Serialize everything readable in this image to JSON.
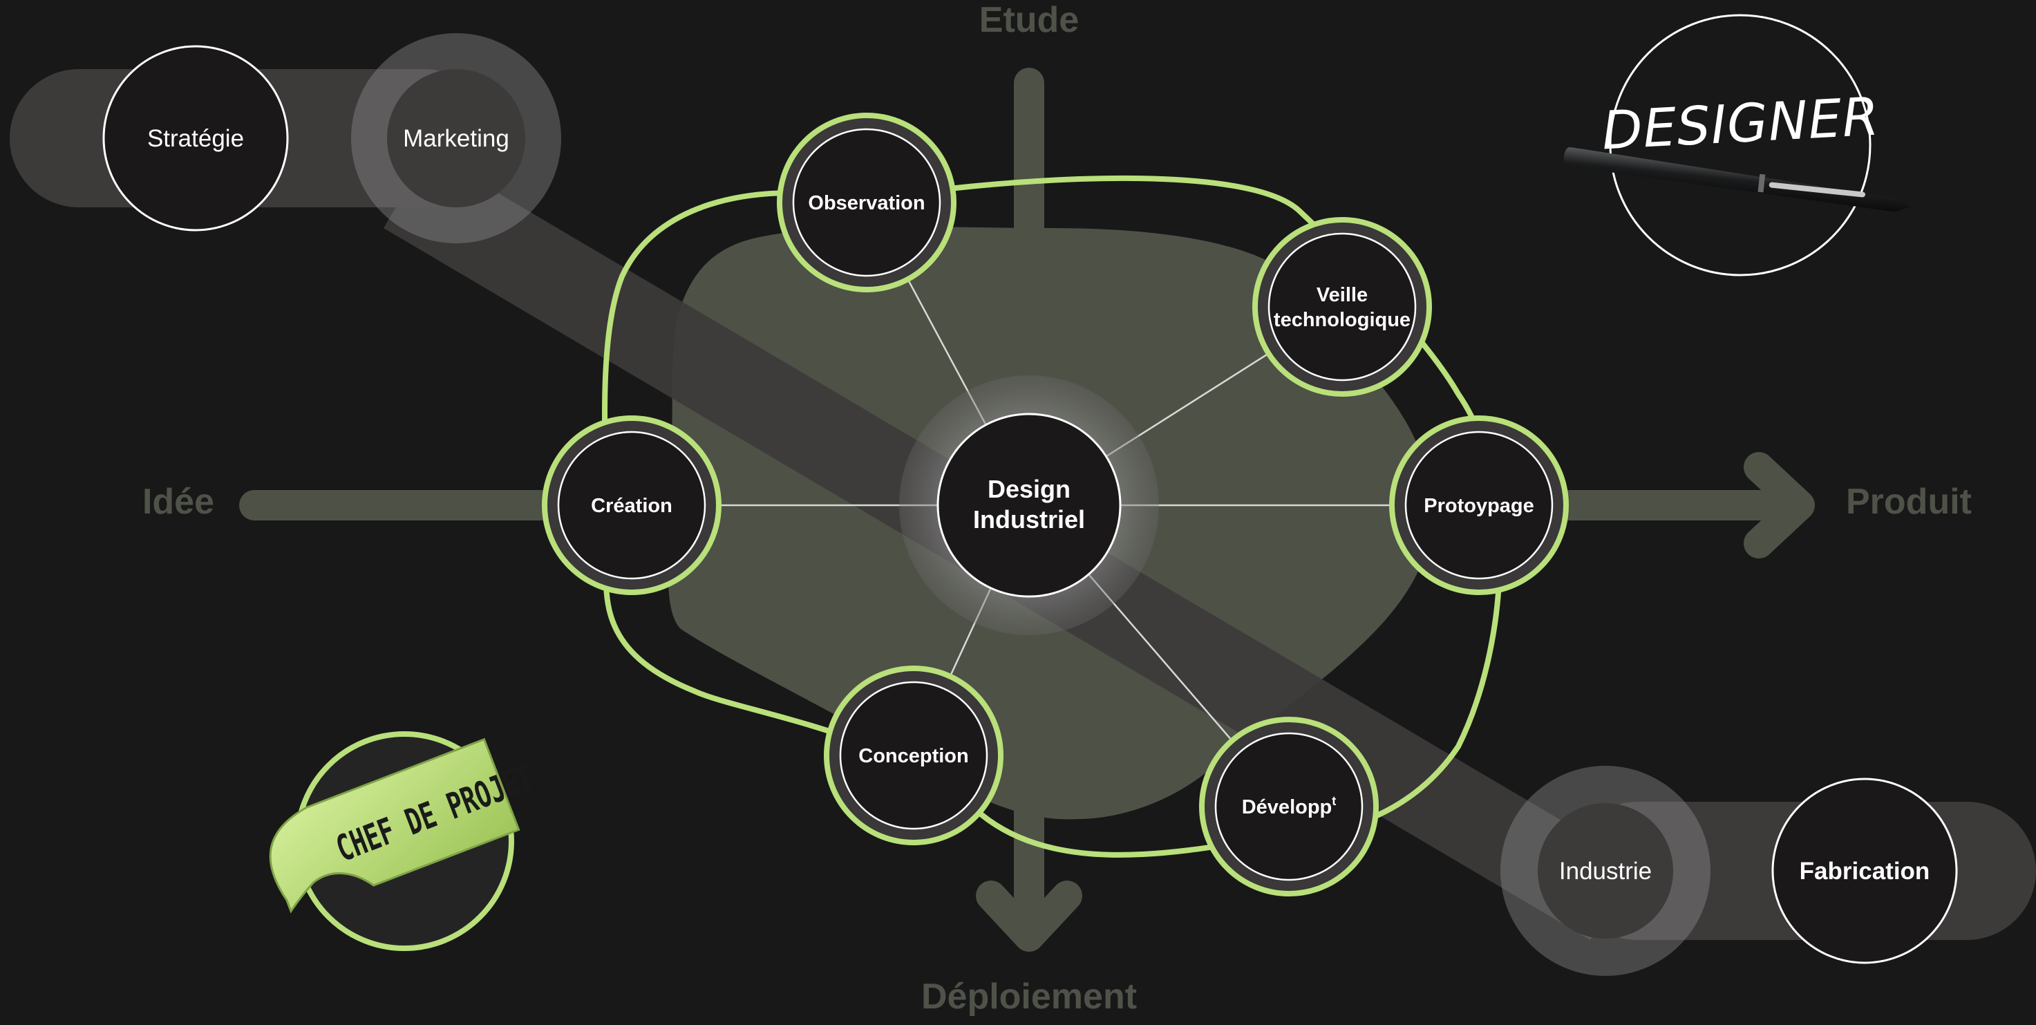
{
  "axes": {
    "top": "Etude",
    "bottom": "Déploiement",
    "left": "Idée",
    "right": "Produit"
  },
  "center": {
    "line1": "Design",
    "line2": "Industriel"
  },
  "nodes": {
    "observation": "Observation",
    "veille_line1": "Veille",
    "veille_line2": "technologique",
    "creation": "Création",
    "protoypage": "Protoypage",
    "conception": "Conception",
    "developpement": "Développ",
    "developpement_sup": "t"
  },
  "top_band": {
    "strategie": "Stratégie",
    "marketing": "Marketing"
  },
  "bottom_band": {
    "industrie": "Industrie",
    "fabrication": "Fabrication"
  },
  "logos": {
    "designer": "DESIGNER",
    "chef_de_projet": "CHEF DE PROJET"
  },
  "colors": {
    "background": "#181818",
    "accent_green": "#b9e07a",
    "blob": "#4e5146",
    "band": "#3d3a3a",
    "node_fill": "#1a1818"
  }
}
